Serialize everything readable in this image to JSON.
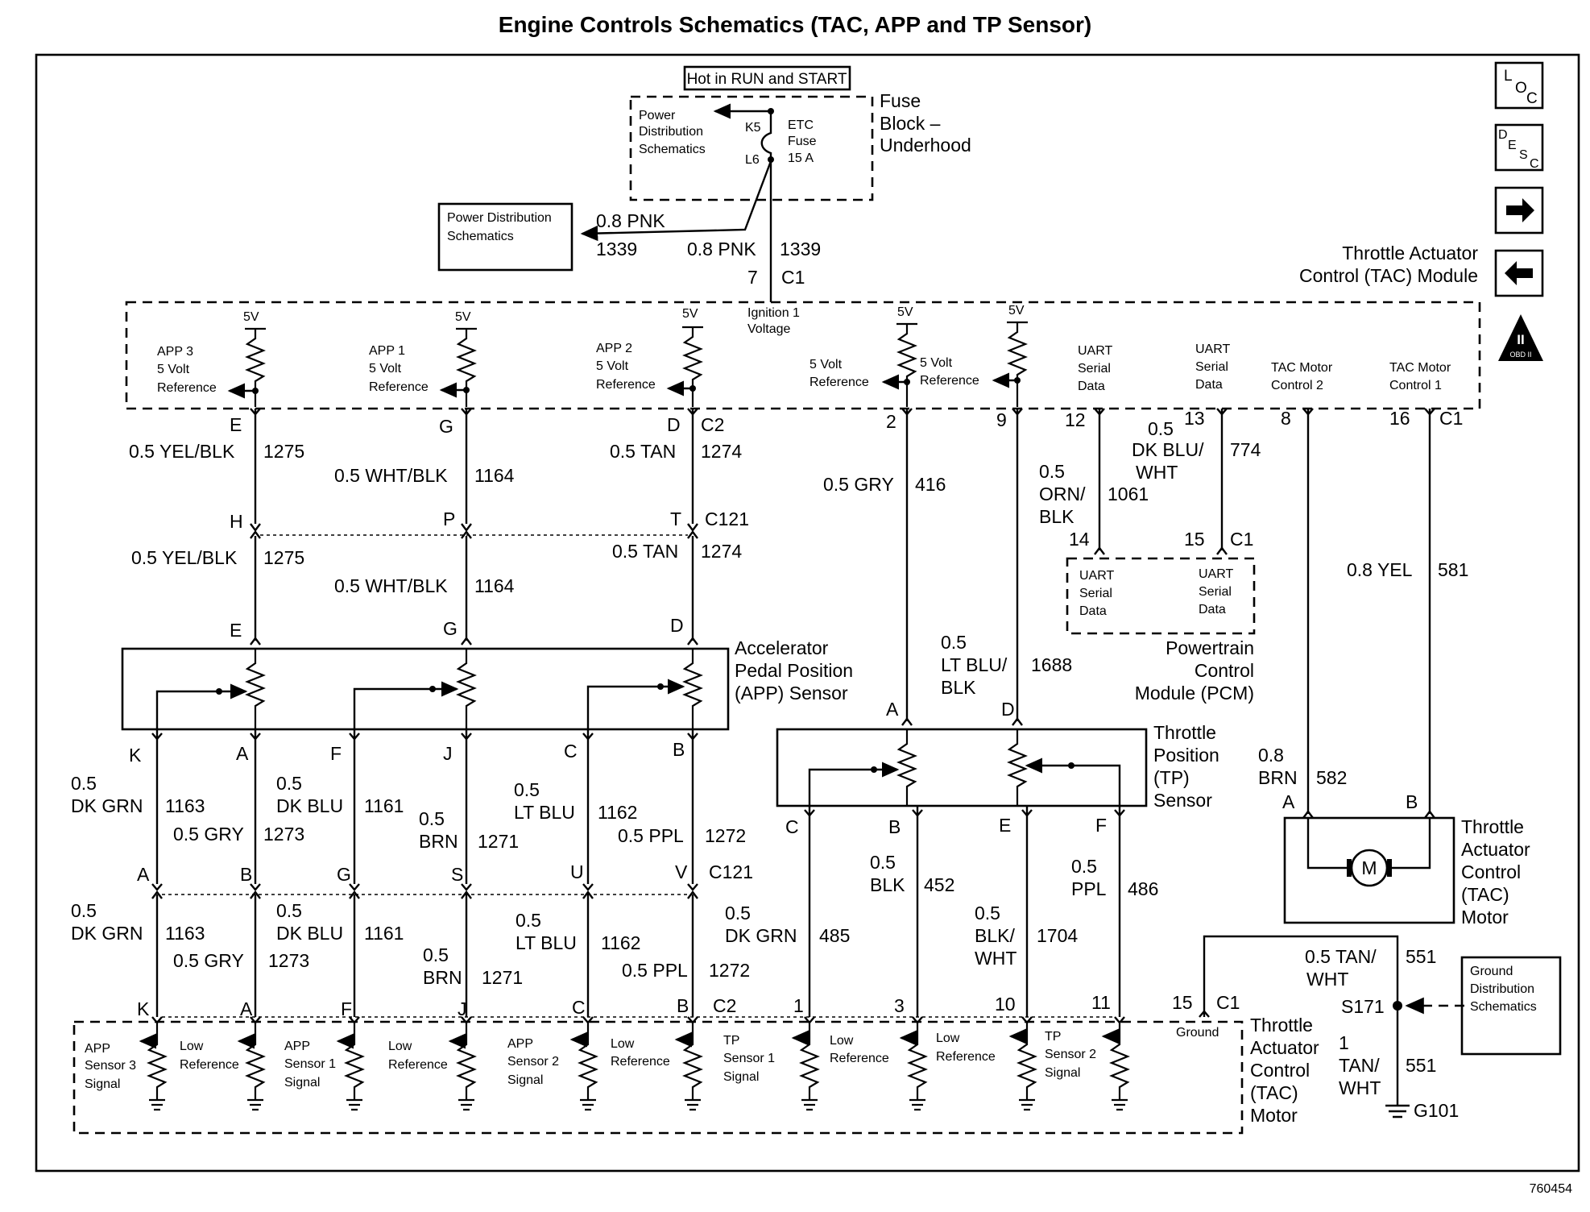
{
  "title": "Engine Controls Schematics (TAC, APP and TP Sensor)",
  "figure_id": "760454",
  "nav": {
    "loc": [
      "L",
      "O",
      "C"
    ],
    "desc": [
      "D",
      "E",
      "S",
      "C"
    ],
    "obd": [
      "II",
      "OBD II"
    ]
  },
  "fuse": {
    "hot_label": "Hot in RUN and START",
    "pds": [
      "Power",
      "Distribution",
      "Schematics"
    ],
    "pins": [
      "K5",
      "L6"
    ],
    "fuse_name": [
      "ETC",
      "Fuse",
      "15 A"
    ],
    "block_name": [
      "Fuse",
      "Block –",
      "Underhood"
    ]
  },
  "power_dist_box": [
    "Power Distribution",
    "Schematics"
  ],
  "feed": {
    "left_wire": [
      "0.8 PNK",
      "1339"
    ],
    "down_wire": [
      "0.8 PNK",
      "1339"
    ],
    "pin": "7",
    "connector": "C1"
  },
  "tac_module": {
    "name": [
      "Throttle Actuator",
      "Control (TAC) Module"
    ],
    "ignition": [
      "Ignition 1",
      "Voltage"
    ],
    "five_v": "5V",
    "refs": [
      [
        "APP 3",
        "5 Volt",
        "Reference"
      ],
      [
        "APP 1",
        "5 Volt",
        "Reference"
      ],
      [
        "APP 2",
        "5 Volt",
        "Reference"
      ],
      [
        "5 Volt",
        "Reference"
      ],
      [
        "5 Volt",
        "Reference"
      ]
    ],
    "uart": [
      "UART",
      "Serial",
      "Data"
    ],
    "motor1": [
      "TAC Motor",
      "Control 2"
    ],
    "motor2": [
      "TAC Motor",
      "Control 1"
    ],
    "pins_top": [
      "E",
      "G",
      "D",
      "C2",
      "2",
      "9",
      "12",
      "13",
      "8",
      "16",
      "C1"
    ]
  },
  "wires_upper": {
    "yel1": [
      "0.5 YEL/BLK",
      "1275"
    ],
    "wht1": [
      "0.5 WHT/BLK",
      "1164"
    ],
    "tan1": [
      "0.5 TAN",
      "1274"
    ],
    "gry": [
      "0.5 GRY",
      "416"
    ],
    "orn": [
      "0.5",
      "ORN/",
      "BLK",
      "1061"
    ],
    "dkblu": [
      "0.5",
      "DK BLU/",
      "WHT",
      "774"
    ],
    "c121_pins": [
      "H",
      "P",
      "T",
      "C121"
    ],
    "yel2": [
      "0.5 YEL/BLK",
      "1275"
    ],
    "wht2": [
      "0.5 WHT/BLK",
      "1164"
    ],
    "tan2": [
      "0.5 TAN",
      "1274"
    ],
    "app_pins_top": [
      "E",
      "G",
      "D"
    ],
    "ltblu": [
      "0.5",
      "LT BLU/",
      "BLK",
      "1688"
    ],
    "yel581": [
      "0.8 YEL",
      "581"
    ]
  },
  "pcm": {
    "pins": [
      "14",
      "15",
      "C1"
    ],
    "uart": [
      "UART",
      "Serial",
      "Data"
    ],
    "name": [
      "Powertrain",
      "Control",
      "Module (PCM)"
    ]
  },
  "app_sensor": {
    "name": [
      "Accelerator",
      "Pedal Position",
      "(APP) Sensor"
    ],
    "pins_bottom": [
      "K",
      "A",
      "F",
      "J",
      "C",
      "B"
    ]
  },
  "tp_sensor": {
    "pins_top": [
      "A",
      "D"
    ],
    "name": [
      "Throttle",
      "Position",
      "(TP)",
      "Sensor"
    ],
    "pins_bottom": [
      "C",
      "B",
      "E",
      "F"
    ]
  },
  "tac_motor": {
    "wire": [
      "0.8",
      "BRN",
      "582"
    ],
    "pins": [
      "A",
      "B"
    ],
    "symbol": "M",
    "name": [
      "Throttle",
      "Actuator",
      "Control",
      "(TAC)",
      "Motor"
    ]
  },
  "wires_lower_a": {
    "dkgrn": [
      "0.5",
      "DK GRN",
      "1163"
    ],
    "gry": [
      "0.5 GRY",
      "1273"
    ],
    "dkblu": [
      "0.5",
      "DK BLU",
      "1161"
    ],
    "brn": [
      "0.5",
      "BRN",
      "1271"
    ],
    "ltblu": [
      "0.5",
      "LT BLU",
      "1162"
    ],
    "ppl": [
      "0.5 PPL",
      "1272"
    ],
    "c121_pins": [
      "A",
      "B",
      "G",
      "S",
      "U",
      "V",
      "C121"
    ],
    "tp_blk": [
      "0.5",
      "BLK",
      "452"
    ],
    "tp_ppl": [
      "0.5",
      "PPL",
      "486"
    ]
  },
  "wires_lower_b": {
    "dkgrn": [
      "0.5",
      "DK GRN",
      "1163"
    ],
    "gry": [
      "0.5 GRY",
      "1273"
    ],
    "dkblu": [
      "0.5",
      "DK BLU",
      "1161"
    ],
    "brn": [
      "0.5",
      "BRN",
      "1271"
    ],
    "ltblu": [
      "0.5",
      "LT BLU",
      "1162"
    ],
    "ppl": [
      "0.5 PPL",
      "1272"
    ],
    "tp_dkgrn": [
      "0.5",
      "DK GRN",
      "485"
    ],
    "tp_blkwht": [
      "0.5",
      "BLK/",
      "WHT",
      "1704"
    ]
  },
  "ground": {
    "wire": [
      "0.5 TAN/",
      "WHT",
      "551"
    ],
    "splice": "S171",
    "wire2": [
      "1",
      "TAN/",
      "WHT",
      "551"
    ],
    "g": "G101",
    "gds": [
      "Ground",
      "Distribution",
      "Schematics"
    ]
  },
  "tac_lower": {
    "pins": [
      "K",
      "A",
      "F",
      "J",
      "C",
      "B",
      "C2",
      "1",
      "3",
      "10",
      "11",
      "15",
      "C1"
    ],
    "signals": [
      [
        "APP",
        "Sensor 3",
        "Signal"
      ],
      [
        "Low",
        "Reference"
      ],
      [
        "APP",
        "Sensor 1",
        "Signal"
      ],
      [
        "Low",
        "Reference"
      ],
      [
        "APP",
        "Sensor 2",
        "Signal"
      ],
      [
        "Low",
        "Reference"
      ],
      [
        "TP",
        "Sensor 1",
        "Signal"
      ],
      [
        "Low",
        "Reference"
      ],
      [
        "Low",
        "Reference"
      ],
      [
        "TP",
        "Sensor 2",
        "Signal"
      ]
    ],
    "ground": "Ground",
    "name": [
      "Throttle",
      "Actuator",
      "Control",
      "(TAC)",
      "Motor"
    ]
  }
}
